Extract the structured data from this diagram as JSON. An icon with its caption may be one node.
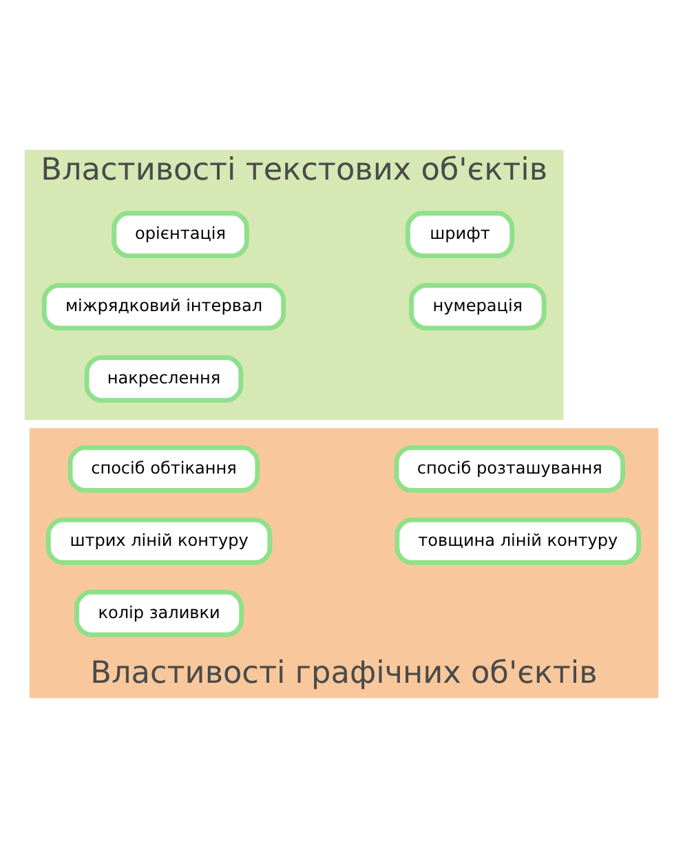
{
  "diagram": {
    "nodes": [
      {
        "text": [
          "Властивості текстових об'єктів"
        ]
      },
      {
        "text": [
          "орієнтація"
        ],
        "in": 0
      },
      {
        "text": [
          "шрифт"
        ],
        "in": 0
      },
      {
        "text": [
          "міжрядковий інтервал"
        ],
        "in": 0
      },
      {
        "text": [
          "нумерація"
        ],
        "in": 0
      },
      {
        "text": [
          "накреслення"
        ],
        "in": 0
      },
      {
        "text": [
          "Властивості графічних об'єктів"
        ]
      },
      {
        "text": [
          "спосіб обтікання"
        ],
        "in": 6
      },
      {
        "text": [
          "спосіб розташування"
        ],
        "in": 6
      },
      {
        "text": [
          "штрих ліній контуру"
        ],
        "in": 6
      },
      {
        "text": [
          "товщина ліній контуру"
        ],
        "in": 6
      },
      {
        "text": [
          "колір заливки"
        ],
        "in": 6
      }
    ]
  }
}
